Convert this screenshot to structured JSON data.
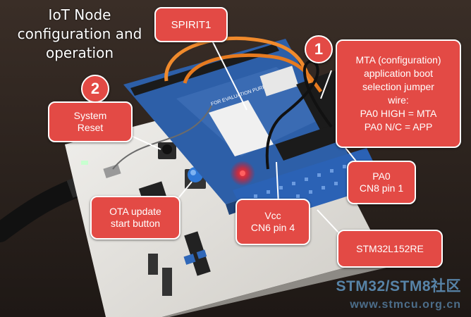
{
  "title": {
    "line1": "IoT Node",
    "line2": "configuration and",
    "line3": "operation"
  },
  "markers": {
    "one": "1",
    "two": "2"
  },
  "callouts": {
    "spirit": "SPIRIT1",
    "mta": {
      "line1": "MTA (configuration)",
      "line2": "application boot",
      "line3": "selection jumper",
      "line4": "wire:",
      "line5": "PA0 HIGH = MTA",
      "line6": "PA0 N/C = APP"
    },
    "system_reset": {
      "line1": "System",
      "line2": "Reset"
    },
    "ota": {
      "line1": "OTA update",
      "line2": "start button"
    },
    "pa0": {
      "line1": "PA0",
      "line2": "CN8 pin 1"
    },
    "vcc": {
      "line1": "Vcc",
      "line2": "CN6 pin 4"
    },
    "mcu": "STM32L152RE"
  },
  "board_text": {
    "evaluation": "FOR EVALUATION PURPOSES ONLY"
  },
  "watermark": {
    "brand": "STM32/STM8社区",
    "url": "www.stmcu.org.cn"
  },
  "colors": {
    "callout_fill": "#e34a45",
    "callout_border": "#ffffff",
    "board_white": "#e8e6e2",
    "shield_blue": "#2d5fa8",
    "header_black": "#1b1b1b",
    "wire_orange": "#f08a2c"
  }
}
